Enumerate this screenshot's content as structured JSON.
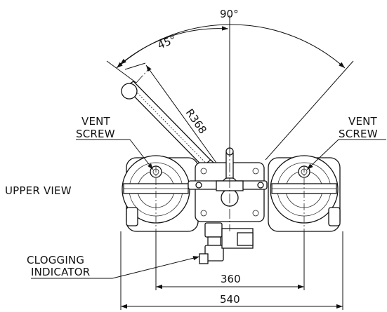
{
  "dimensions": {
    "angle_total": "90°",
    "angle_half": "45°",
    "radius": "R368",
    "inner_width": "360",
    "outer_width": "540"
  },
  "labels": {
    "vent_left_line1": "VENT",
    "vent_left_line2": "SCREW",
    "vent_right_line1": "VENT",
    "vent_right_line2": "SCREW",
    "view_title": "UPPER VIEW",
    "clogging_line1": "CLOGGING",
    "clogging_line2": "INDICATOR"
  },
  "colors": {
    "line": "#111111",
    "background": "#ffffff"
  }
}
